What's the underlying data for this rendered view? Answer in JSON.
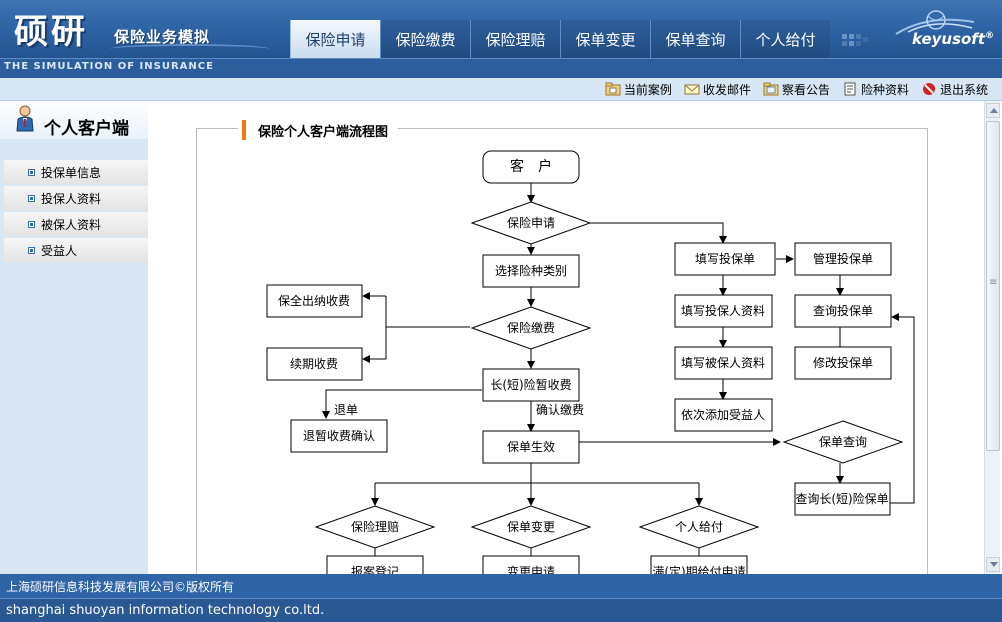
{
  "header": {
    "logo_main": "硕研",
    "logo_sub": "保险业务模拟",
    "logo_en": "THE SIMULATION OF INSURANCE",
    "brand": "keyusoft",
    "brand_mark": "®"
  },
  "nav": {
    "tabs": [
      {
        "label": "保险申请",
        "active": true
      },
      {
        "label": "保险缴费",
        "active": false
      },
      {
        "label": "保险理赔",
        "active": false
      },
      {
        "label": "保单变更",
        "active": false
      },
      {
        "label": "保单查询",
        "active": false
      },
      {
        "label": "个人给付",
        "active": false
      }
    ]
  },
  "toolbar": {
    "items": [
      {
        "label": "当前案例",
        "icon": "folder-case-icon"
      },
      {
        "label": "收发邮件",
        "icon": "mail-icon"
      },
      {
        "label": "察看公告",
        "icon": "notice-folder-icon"
      },
      {
        "label": "险种资料",
        "icon": "document-icon"
      },
      {
        "label": "退出系统",
        "icon": "exit-icon"
      }
    ]
  },
  "sidebar": {
    "title": "个人客户端",
    "items": [
      {
        "label": "投保单信息"
      },
      {
        "label": "投保人资料"
      },
      {
        "label": "被保人资料"
      },
      {
        "label": "受益人"
      }
    ]
  },
  "content": {
    "legend": "保险个人客户端流程图"
  },
  "flowchart": {
    "nodes": {
      "customer": "客　户",
      "apply": "保险申请",
      "select_type": "选择险种类别",
      "fill_form": "填写投保单",
      "manage_form": "管理投保单",
      "fill_applicant": "填写投保人资料",
      "query_form": "查询投保单",
      "fill_insured": "填写被保人资料",
      "modify_form": "修改投保单",
      "add_beneficiary": "依次添加受益人",
      "full_cashier": "保全出纳收费",
      "payment": "保险缴费",
      "renewal": "续期收费",
      "short_temp": "长(短)险暂收费",
      "refund_confirm": "退暂收费确认",
      "effective": "保单生效",
      "policy_query": "保单查询",
      "query_short": "查询长(短)险保单",
      "claim": "保险理赔",
      "change": "保单变更",
      "personal_pay": "个人给付",
      "report": "报案登记",
      "change_apply": "变更申请",
      "period_apply": "满(定)期给付申请"
    },
    "labels": {
      "refund": "退单",
      "confirm_pay": "确认缴费"
    }
  },
  "footer": {
    "line1": "上海硕研信息科技发展有限公司©版权所有",
    "line2": "shanghai shuoyan information technology co.ltd."
  }
}
